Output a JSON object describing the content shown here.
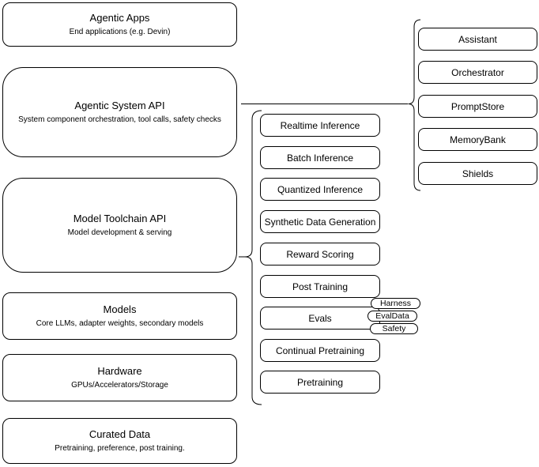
{
  "diagram": {
    "stack": [
      {
        "title": "Agentic Apps",
        "subtitle": "End applications (e.g. Devin)"
      },
      {
        "title": "Agentic System API",
        "subtitle": "System component orchestration, tool calls, safety checks"
      },
      {
        "title": "Model Toolchain API",
        "subtitle": "Model development & serving"
      },
      {
        "title": "Models",
        "subtitle": "Core LLMs, adapter weights, secondary models"
      },
      {
        "title": "Hardware",
        "subtitle": "GPUs/Accelerators/Storage"
      },
      {
        "title": "Curated Data",
        "subtitle": "Pretraining, preference, post training."
      }
    ],
    "toolchain_items": [
      "Realtime Inference",
      "Batch Inference",
      "Quantized Inference",
      "Synthetic Data Generation",
      "Reward Scoring",
      "Post Training",
      "Evals",
      "Continual Pretraining",
      "Pretraining"
    ],
    "eval_tags": [
      "Harness",
      "EvalData",
      "Safety"
    ],
    "system_components": [
      "Assistant",
      "Orchestrator",
      "PromptStore",
      "MemoryBank",
      "Shields"
    ],
    "colors": {
      "stroke": "#000000",
      "fill": "#ffffff"
    }
  }
}
